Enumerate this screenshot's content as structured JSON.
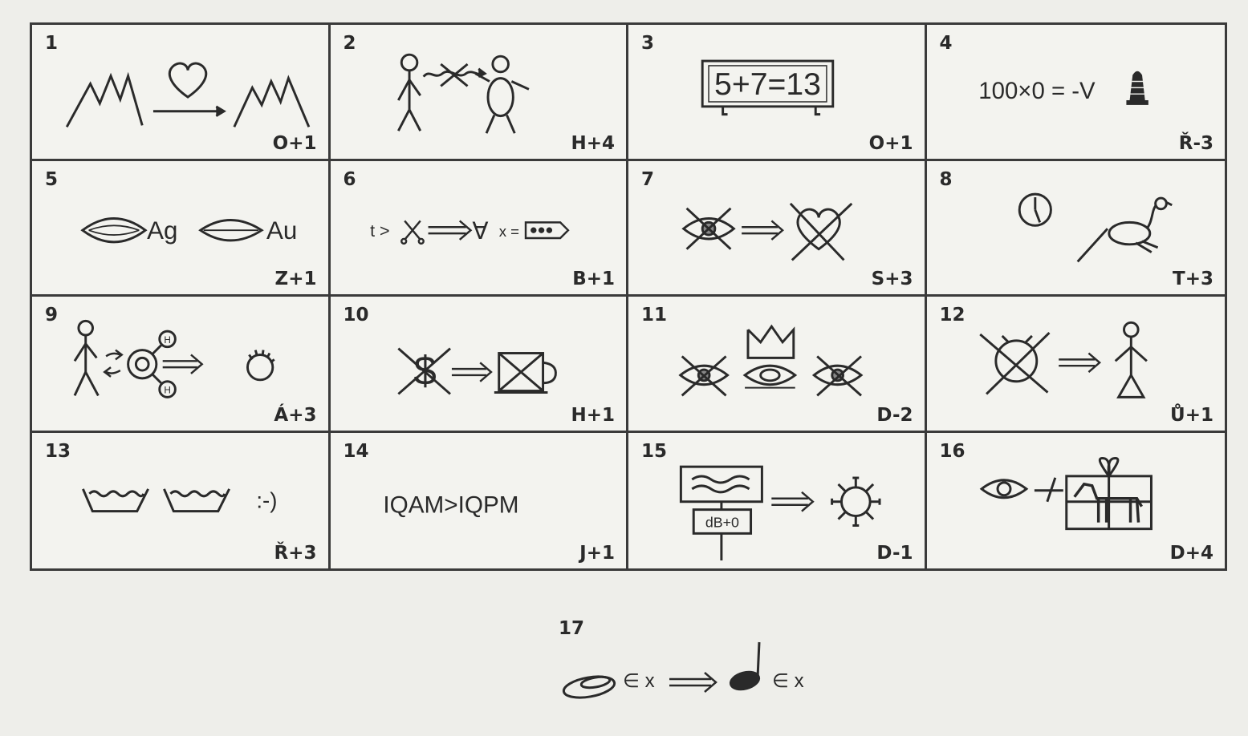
{
  "puzzles": [
    {
      "number": "1",
      "code": "O+1"
    },
    {
      "number": "2",
      "code": "H+4"
    },
    {
      "number": "3",
      "code": "O+1",
      "text": "5+7=13"
    },
    {
      "number": "4",
      "code": "Ř-3",
      "text": "100×0 = -V"
    },
    {
      "number": "5",
      "code": "Z+1",
      "text_a": "Ag",
      "text_b": "Au"
    },
    {
      "number": "6",
      "code": "B+1",
      "text_a": "t >",
      "text_b": "x ="
    },
    {
      "number": "7",
      "code": "S+3"
    },
    {
      "number": "8",
      "code": "T+3"
    },
    {
      "number": "9",
      "code": "Á+3",
      "text_a": "H",
      "text_b": "H"
    },
    {
      "number": "10",
      "code": "H+1",
      "text": "$"
    },
    {
      "number": "11",
      "code": "D-2"
    },
    {
      "number": "12",
      "code": "Ů+1"
    },
    {
      "number": "13",
      "code": "Ř+3",
      "text": ":-)"
    },
    {
      "number": "14",
      "code": "J+1",
      "text": "IQAM>IQPM"
    },
    {
      "number": "15",
      "code": "D-1",
      "text": "dB+0"
    },
    {
      "number": "16",
      "code": "D+4"
    }
  ],
  "extra": {
    "number": "17",
    "text_a": "∈ x",
    "text_b": "∈ x"
  },
  "colors": {
    "ink": "#2a2a2a",
    "paper": "#f3f3ef",
    "border": "#3a3a3a"
  }
}
